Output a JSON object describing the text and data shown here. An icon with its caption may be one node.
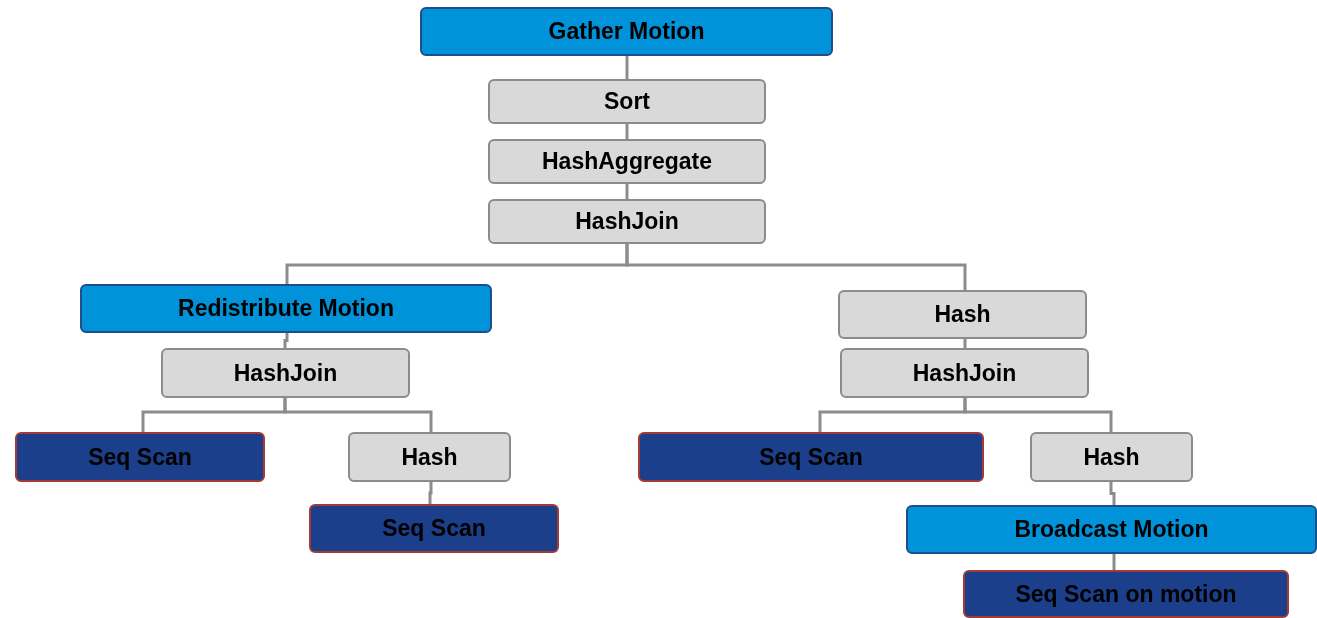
{
  "diagram": {
    "nodes": [
      {
        "text": [
          "Gather Motion"
        ]
      },
      {
        "text": [
          "Sort"
        ]
      },
      {
        "text": [
          "HashAggregate"
        ]
      },
      {
        "text": [
          "HashJoin"
        ]
      },
      {
        "text": [
          "Redistribute Motion"
        ]
      },
      {
        "text": [
          "Hash"
        ]
      },
      {
        "text": [
          "HashJoin"
        ]
      },
      {
        "text": [
          "HashJoin"
        ]
      },
      {
        "text": [
          "Seq Scan"
        ]
      },
      {
        "text": [
          "Hash"
        ]
      },
      {
        "text": [
          "Seq Scan"
        ]
      },
      {
        "text": [
          "Hash"
        ]
      },
      {
        "text": [
          "Seq Scan"
        ]
      },
      {
        "text": [
          "Broadcast Motion"
        ]
      },
      {
        "text": [
          "Seq Scan on motion"
        ]
      }
    ],
    "edges": [
      {
        "from": 0,
        "to": 1,
        "arrow": "none"
      },
      {
        "from": 1,
        "to": 2,
        "arrow": "none"
      },
      {
        "from": 2,
        "to": 3,
        "arrow": "none"
      },
      {
        "from": 3,
        "to": 4,
        "arrow": "none"
      },
      {
        "from": 3,
        "to": 5,
        "arrow": "none"
      },
      {
        "from": 4,
        "to": 6,
        "arrow": "none"
      },
      {
        "from": 5,
        "to": 7,
        "arrow": "none"
      },
      {
        "from": 6,
        "to": 8,
        "arrow": "none"
      },
      {
        "from": 6,
        "to": 9,
        "arrow": "none"
      },
      {
        "from": 7,
        "to": 10,
        "arrow": "none"
      },
      {
        "from": 7,
        "to": 11,
        "arrow": "none"
      },
      {
        "from": 9,
        "to": 12,
        "arrow": "none"
      },
      {
        "from": 11,
        "to": 13,
        "arrow": "none"
      },
      {
        "from": 13,
        "to": 14,
        "arrow": "none"
      }
    ]
  }
}
